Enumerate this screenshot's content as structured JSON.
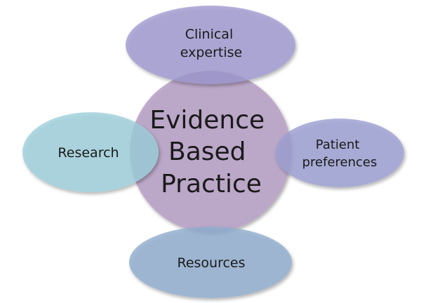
{
  "diagram": {
    "center": {
      "lines": [
        "Evidence",
        "Based",
        "Practice"
      ],
      "fill": "#b9a3c8"
    },
    "top": {
      "lines": [
        "Clinical",
        "expertise"
      ],
      "fill": "#9f99cf"
    },
    "right": {
      "lines": [
        "Patient",
        "preferences"
      ],
      "fill": "#9da0d3"
    },
    "bottom": {
      "lines": [
        "Resources"
      ],
      "fill": "#90aed0"
    },
    "left": {
      "lines": [
        "Research"
      ],
      "fill": "#9ed0dc",
      "text_color": "#d0121b"
    }
  }
}
